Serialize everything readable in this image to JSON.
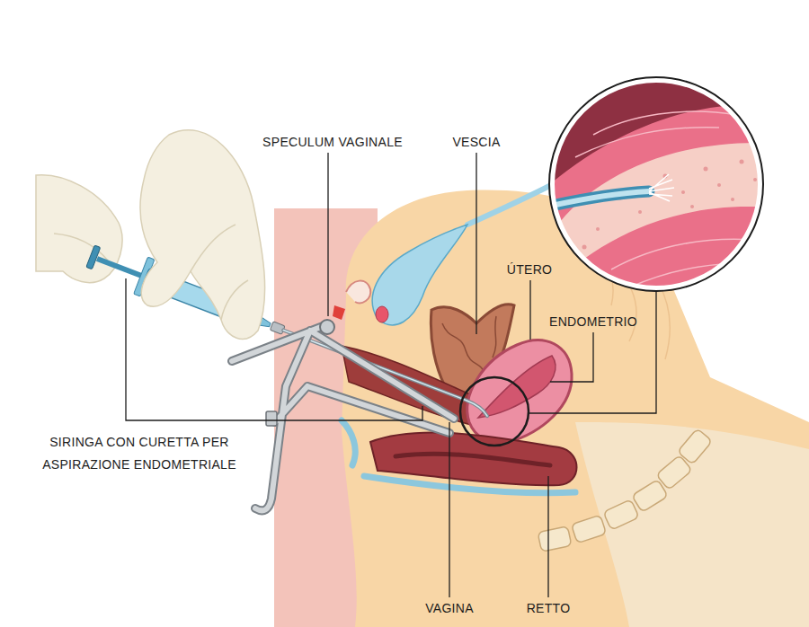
{
  "diagram": {
    "labels": [
      "SPECULUM VAGINALE",
      "VESCIA",
      "ÚTERO",
      "ENDOMETRIO",
      "SIRINGA CON CURETTA PER ASPIRAZIONE ENDOMETRIALE",
      "VAGINA",
      "RETTO"
    ]
  }
}
